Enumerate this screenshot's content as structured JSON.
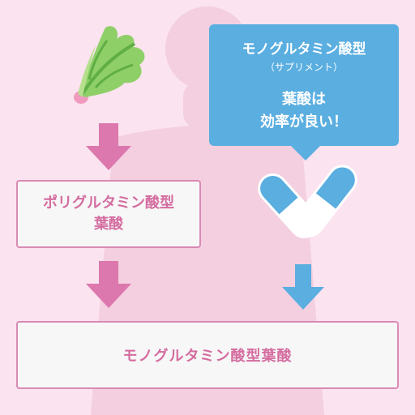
{
  "colors": {
    "background": "#fbe3ef",
    "silhouette": "#f3cfe0",
    "pink_arrow": "#dc78ae",
    "pink_text": "#d46c9f",
    "pink_border": "#d98ab3",
    "blue": "#5aaee0",
    "box_fill": "#f7f7f7"
  },
  "icons": {
    "lettuce": "lettuce-icon",
    "capsules": "capsule-icon"
  },
  "boxes": {
    "polyglutamate_line1": "ポリグルタミン酸型",
    "polyglutamate_line2": "葉酸",
    "monoglutamate": "モノグルタミン酸型葉酸"
  },
  "bubble": {
    "title": "モノグルタミン酸型",
    "subtitle": "（サプリメント）",
    "message_line1": "葉酸は",
    "message_line2": "効率が良い！"
  }
}
